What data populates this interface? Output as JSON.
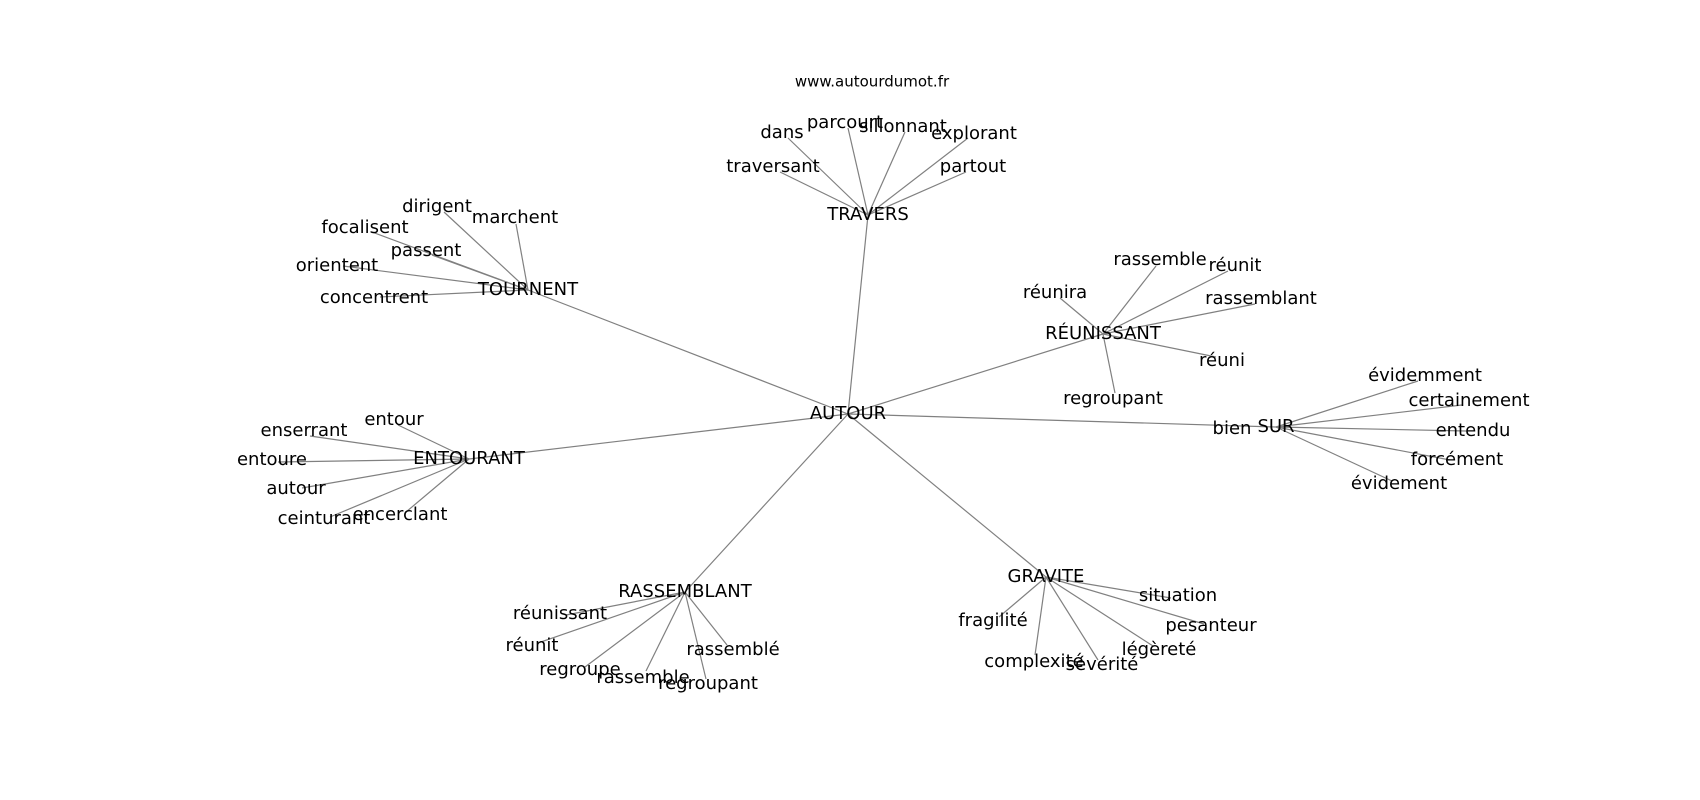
{
  "watermark": "www.autourdumot.fr",
  "colors": {
    "edge": "#808080",
    "text": "#000000",
    "background": "#ffffff"
  },
  "graph": {
    "center": "AUTOUR",
    "groups": [
      {
        "hub": "TRAVERS",
        "words": [
          "dans",
          "parcourt",
          "sillonnant",
          "explorant",
          "traversant",
          "partout"
        ]
      },
      {
        "hub": "TOURNENT",
        "words": [
          "dirigent",
          "marchent",
          "focalisent",
          "passent",
          "orientent",
          "concentrent"
        ]
      },
      {
        "hub": "RÉUNISSANT",
        "words": [
          "rassemble",
          "réunit",
          "réunira",
          "rassemblant",
          "réuni",
          "regroupant"
        ]
      },
      {
        "hub": "SUR",
        "words": [
          "évidemment",
          "certainement",
          "bien",
          "entendu",
          "forcément",
          "évidement"
        ]
      },
      {
        "hub": "ENTOURANT",
        "words": [
          "entour",
          "enserrant",
          "entoure",
          "autour",
          "ceinturant",
          "encerclant"
        ]
      },
      {
        "hub": "RASSEMBLANT",
        "words": [
          "réunissant",
          "réunit",
          "regroupe",
          "rassemble",
          "rassemblé",
          "regroupant"
        ]
      },
      {
        "hub": "GRAVITE",
        "words": [
          "situation",
          "fragilité",
          "pesanteur",
          "légèreté",
          "complexité",
          "sévérité"
        ]
      }
    ]
  }
}
